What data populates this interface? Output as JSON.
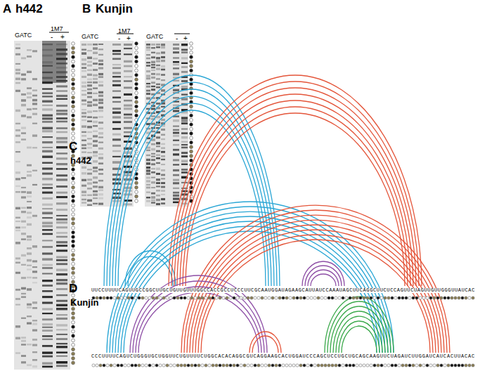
{
  "diagram": {
    "labels": [
      "A",
      "h442",
      "B",
      "Kunjin",
      "GATC",
      "1M7",
      "-",
      "+",
      "GATC",
      "1M7",
      "-",
      "+",
      "GATC",
      "-",
      "+",
      "C",
      "h442",
      "UUCCUUUUCAGUUGCCGGCUUGCUGUUGUUUGGCCACCGCCUCCCUUCGCAAUGGAUAGAAGCAUUAUCCAAAUAGCUUCAGGCUUCUCCAGUUCUAGUUGUUGGGUUAUCAC",
      "D",
      "Kunjin",
      "CCCUUUUCAGUCUGGGUGCUGGUUCUGUUUUCUGGCACACAGGCGUCAGGAAGCACUGGAUCCCAGCUCCUGCUGCAGCAAGUUCUAGAUCUUGGAUCAUCACUUACAC"
    ]
  }
}
